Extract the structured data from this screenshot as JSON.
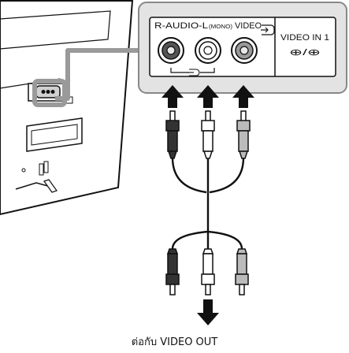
{
  "panel": {
    "audio_label": "R-AUDIO-L",
    "mono_label": "(MONO)",
    "video_label": "VIDEO",
    "input_name": "VIDEO IN 1",
    "input_symbol": "⊕/⊕"
  },
  "caption": "ต่อกับ VIDEO OUT",
  "colors": {
    "panel_fill": "#e3e3e3",
    "line": "#111111",
    "jack_inner": "#555555"
  }
}
